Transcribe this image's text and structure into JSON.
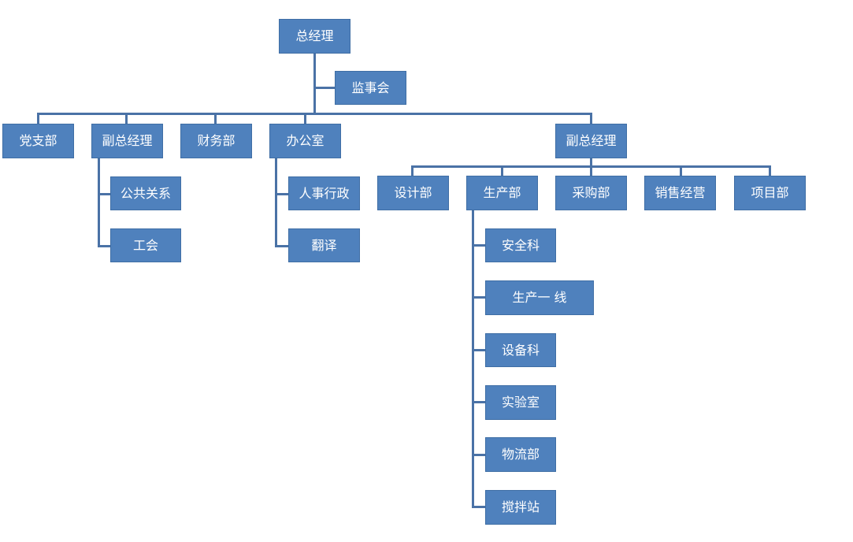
{
  "org": {
    "ceo": "总经理",
    "supervisory_board": "监事会",
    "party_branch": "党支部",
    "vice_gm_left": "副总经理",
    "public_relations": "公共关系",
    "labor_union": "工会",
    "finance": "财务部",
    "office": "办公室",
    "hr_admin": "人事行政",
    "translation": "翻译",
    "vice_gm_right": "副总经理",
    "design": "设计部",
    "production": "生产部",
    "purchasing": "采购部",
    "sales": "销售经营",
    "projects": "项目部",
    "safety": "安全科",
    "production_line": "生产一 线",
    "equipment": "设备科",
    "laboratory": "实验室",
    "logistics": "物流部",
    "mixing_station": "搅拌站"
  },
  "colors": {
    "node_fill": "#4f81bd",
    "node_border": "#3f6ea5",
    "connector": "#4a72a6",
    "node_text": "#ffffff"
  }
}
